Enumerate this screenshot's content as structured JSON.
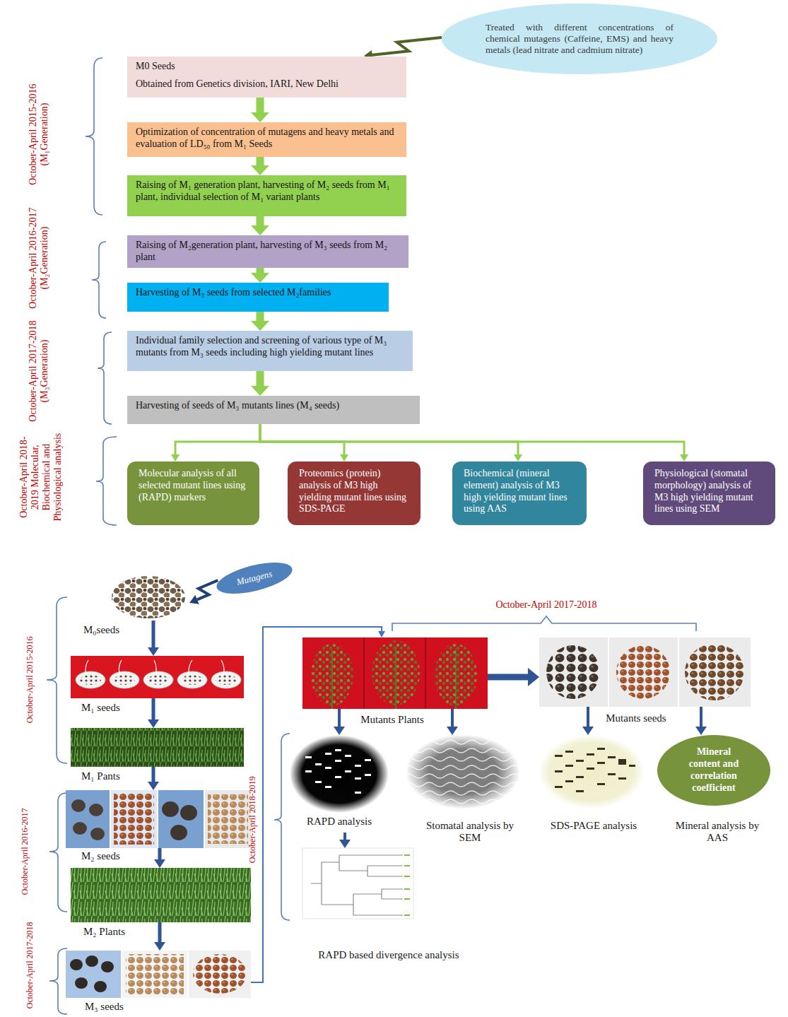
{
  "diagram": {
    "nodes": [
      {
        "text": [
          "Treated with different concentrations of chemical mutagens (Caffeine, EMS) and heavy metals (lead nitrate and cadmium nitrate)"
        ]
      },
      {
        "text": [
          "M0 Seeds",
          "Obtained from Genetics division, IARI, New Delhi"
        ]
      },
      {
        "text": [
          "Optimization of concentration of mutagens and heavy metals and evaluation of LD₅₀ from M₁ Seeds"
        ]
      },
      {
        "text": [
          "Raising of M₁ generation plant, harvesting of M₂ seeds from M₁ plant, individual selection of M₁ variant plants"
        ]
      },
      {
        "text": [
          "Raising of M₂generation plant, harvesting of M₃ seeds from M₂ plant"
        ]
      },
      {
        "text": [
          "Harvesting of M₃ seeds from selected M₂families"
        ]
      },
      {
        "text": [
          "Individual family selection and screening of various type of M₃ mutants from M₃ seeds including high yielding mutant lines"
        ]
      },
      {
        "text": [
          "Harvesting of seeds of M₃ mutants lines (M₄ seeds)"
        ]
      },
      {
        "text": [
          "Molecular analysis of all selected mutant lines using (RAPD) markers"
        ]
      },
      {
        "text": [
          "Proteomics (protein) analysis of M3 high yielding mutant lines using SDS-PAGE"
        ]
      },
      {
        "text": [
          "Biochemical (mineral element) analysis of M3 high yielding mutant lines using AAS"
        ]
      },
      {
        "text": [
          "Physiological (stomatal morphology) analysis of M3 high yielding mutant lines using SEM"
        ]
      },
      {
        "text": [
          "Mutagens"
        ]
      },
      {
        "text": [
          "M₀seeds"
        ]
      },
      {
        "text": [
          "M₁ seeds"
        ]
      },
      {
        "text": [
          "M₁ Pants"
        ]
      },
      {
        "text": [
          "M₂ seeds"
        ]
      },
      {
        "text": [
          "M₂ Plants"
        ]
      },
      {
        "text": [
          "M₃ seeds"
        ]
      },
      {
        "text": [
          "Mutants Plants"
        ]
      },
      {
        "text": [
          "Mutants seeds"
        ]
      },
      {
        "text": [
          "RAPD analysis"
        ]
      },
      {
        "text": [
          "Stomatal analysis by SEM"
        ]
      },
      {
        "text": [
          "SDS-PAGE analysis"
        ]
      },
      {
        "text": [
          "Mineral content and correlation coefficient",
          "Mineral analysis by AAS"
        ]
      },
      {
        "text": [
          "RAPD based divergence analysis"
        ]
      }
    ],
    "edges": [
      {
        "from": 0,
        "to": 1,
        "arrow": "to"
      },
      {
        "from": 1,
        "to": 2,
        "arrow": "to"
      },
      {
        "from": 2,
        "to": 3,
        "arrow": "to"
      },
      {
        "from": 3,
        "to": 4,
        "arrow": "to"
      },
      {
        "from": 4,
        "to": 5,
        "arrow": "to"
      },
      {
        "from": 5,
        "to": 6,
        "arrow": "to"
      },
      {
        "from": 6,
        "to": 7,
        "arrow": "to"
      },
      {
        "from": 7,
        "to": 8,
        "arrow": "to"
      },
      {
        "from": 7,
        "to": 9,
        "arrow": "to"
      },
      {
        "from": 7,
        "to": 10,
        "arrow": "to"
      },
      {
        "from": 7,
        "to": 11,
        "arrow": "to"
      },
      {
        "from": 12,
        "to": 13,
        "arrow": "to"
      },
      {
        "from": 13,
        "to": 14,
        "arrow": "to"
      },
      {
        "from": 14,
        "to": 15,
        "arrow": "to"
      },
      {
        "from": 15,
        "to": 16,
        "arrow": "to"
      },
      {
        "from": 16,
        "to": 17,
        "arrow": "to"
      },
      {
        "from": 17,
        "to": 18,
        "arrow": "to"
      },
      {
        "from": 18,
        "to": 19,
        "arrow": "to"
      },
      {
        "from": 19,
        "to": 20,
        "arrow": "to"
      },
      {
        "from": 19,
        "to": 21,
        "arrow": "to"
      },
      {
        "from": 19,
        "to": 22,
        "arrow": "to"
      },
      {
        "from": 20,
        "to": 23,
        "arrow": "to"
      },
      {
        "from": 20,
        "to": 24,
        "arrow": "to"
      },
      {
        "from": 21,
        "to": 25,
        "arrow": "to"
      }
    ],
    "labels": [
      "October-April 2015-2016 (M₁Generation)",
      "October-April 2016-2017 (M₂Generation)",
      "October-April 2017-2018 (M₃Generation)",
      "October-April 2018-2019 Molecular, Biochemical and Physiological analysis",
      "October-April 2015-2016",
      "October-April 2016-2017",
      "October-April 2017-2018",
      "October-April 2017-2018",
      "October-April 2018-2019"
    ]
  }
}
